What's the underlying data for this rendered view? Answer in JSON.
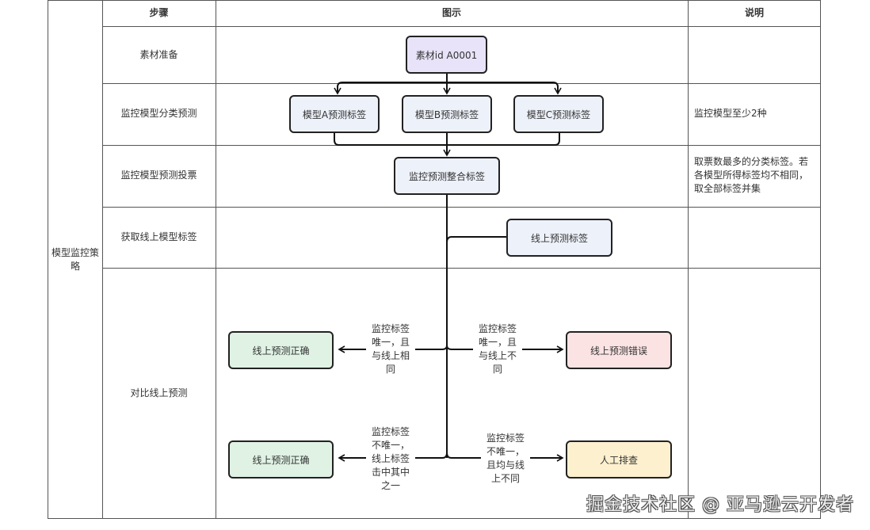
{
  "table": {
    "headers": {
      "step": "步骤",
      "diagram": "图示",
      "note": "说明"
    },
    "group_label": "模型监控策略",
    "rows": [
      {
        "step": "素材准备",
        "note": ""
      },
      {
        "step": "监控模型分类预测",
        "note": "监控模型至少2种"
      },
      {
        "step": "监控模型预测投票",
        "note": "取票数最多的分类标签。若各模型所得标签均不相同，取全部标签并集"
      },
      {
        "step": "获取线上模型标签",
        "note": ""
      },
      {
        "step": "对比线上预测",
        "note": ""
      }
    ]
  },
  "nodes": {
    "material": {
      "label": "素材id A0001",
      "color": "#e8e3f8"
    },
    "model_a": {
      "label": "模型A预测标签",
      "color": "#edf1f9"
    },
    "model_b": {
      "label": "模型B预测标签",
      "color": "#edf1f9"
    },
    "model_c": {
      "label": "模型C预测标签",
      "color": "#edf1f9"
    },
    "merged": {
      "label": "监控预测整合标签",
      "color": "#edf1f9"
    },
    "online": {
      "label": "线上预测标签",
      "color": "#edf1f9"
    },
    "correct_1": {
      "label": "线上预测正确",
      "color": "#dff2e4"
    },
    "wrong": {
      "label": "线上预测错误",
      "color": "#fbe3e3"
    },
    "correct_2": {
      "label": "线上预测正确",
      "color": "#dff2e4"
    },
    "manual": {
      "label": "人工排查",
      "color": "#fcf0cf"
    }
  },
  "edge_labels": {
    "unique_same": [
      "监控标签",
      "唯一，且",
      "与线上相",
      "同"
    ],
    "unique_diff": [
      "监控标签",
      "唯一，且",
      "与线上不",
      "同"
    ],
    "multi_hit": [
      "监控标签",
      "不唯一，",
      "线上标签",
      "击中其中",
      "之一"
    ],
    "multi_miss": [
      "监控标签",
      "不唯一，",
      "且均与线",
      "上不同"
    ]
  },
  "watermark": "掘金技术社区 @ 亚马逊云开发者"
}
